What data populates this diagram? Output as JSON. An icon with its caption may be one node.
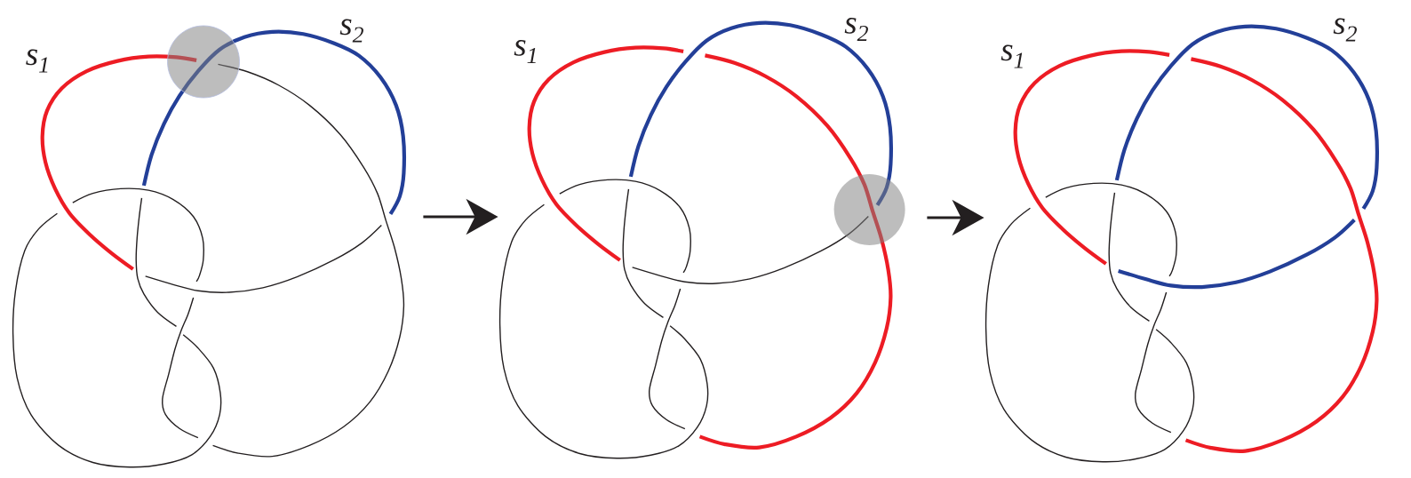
{
  "diagram": {
    "nodes": [
      {
        "text": [],
        "shape": "picture"
      },
      {
        "text": [],
        "shape": "picture"
      },
      {
        "text": [],
        "shape": "picture"
      }
    ],
    "edges": [
      {
        "from": 0,
        "to": 1,
        "arrow": "to"
      },
      {
        "from": 1,
        "to": 2,
        "arrow": "to"
      }
    ],
    "labels": [
      "s$_{1}$",
      "s$_{2}$",
      "s$_{1}$",
      "s$_{2}$",
      "s$_{1}$",
      "s$_{2}$"
    ]
  }
}
